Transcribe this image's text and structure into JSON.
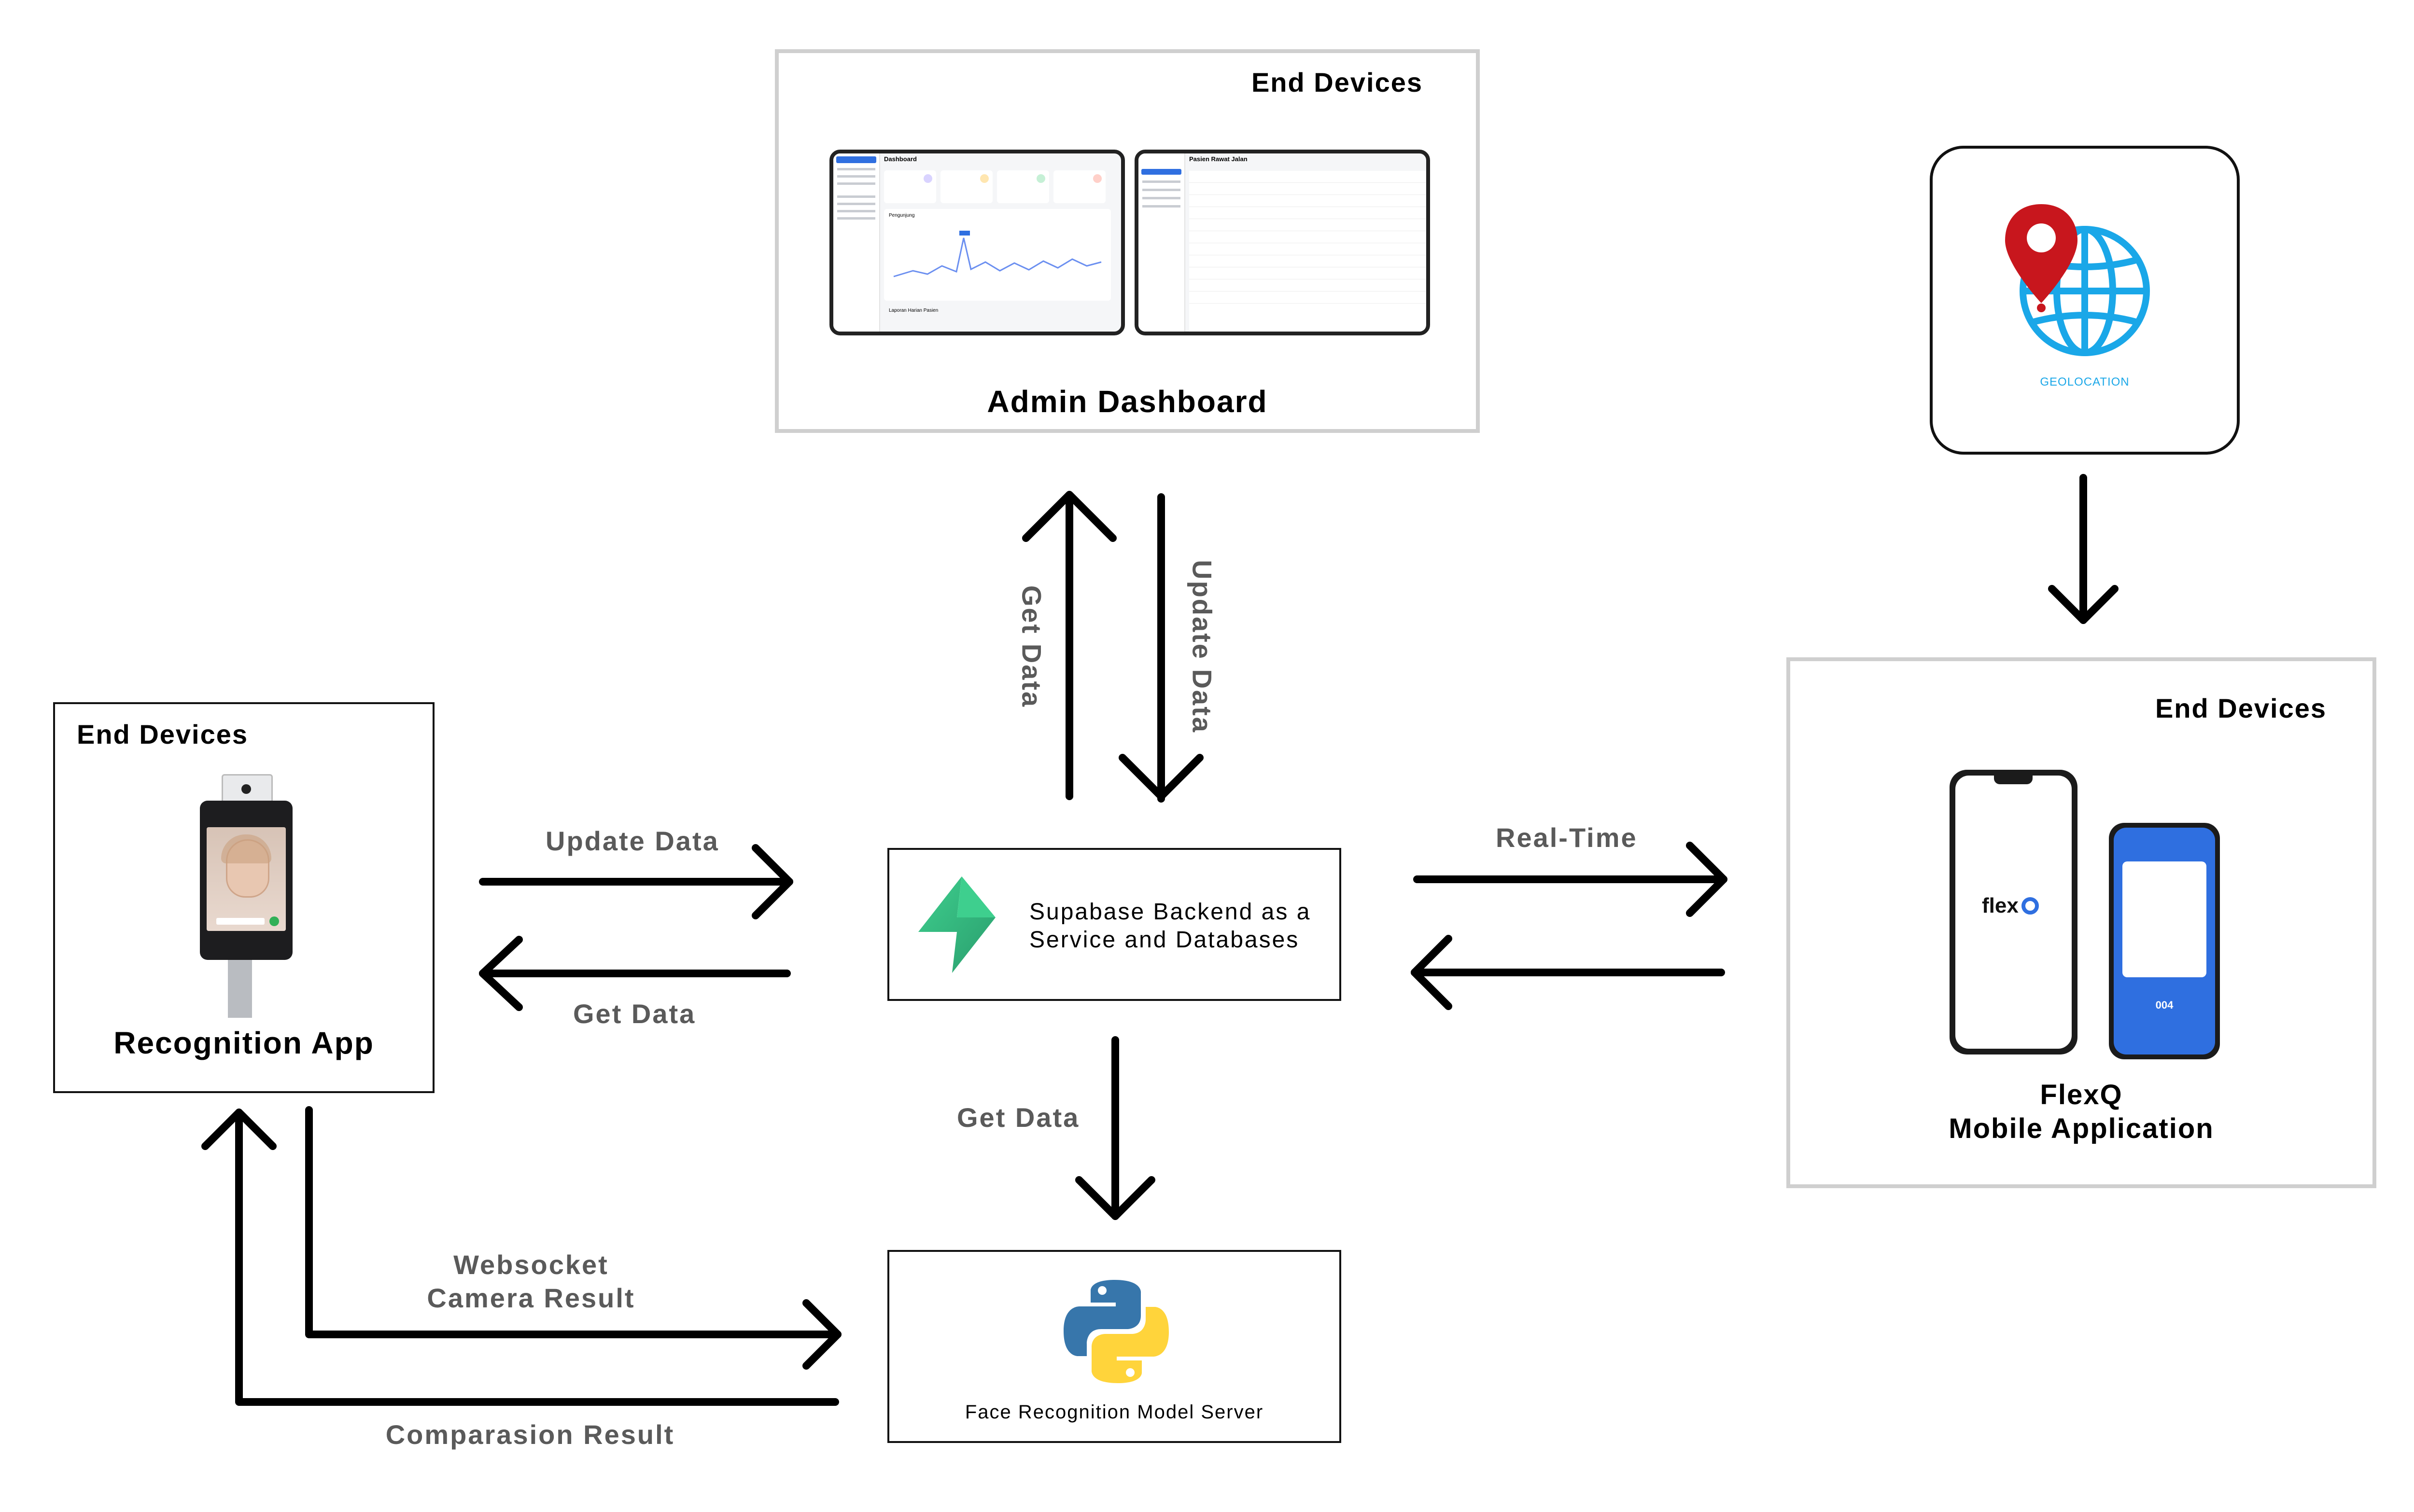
{
  "admin": {
    "heading": "End Devices",
    "title": "Admin Dashboard",
    "screen1_title": "Dashboard",
    "screen1_section": "Pengunjung",
    "screen1_footer": "Laporan Harian Pasien",
    "screen2_title": "Pasien Rawat Jalan"
  },
  "geolocation": {
    "label": "GEOLOCATION"
  },
  "recognition": {
    "heading": "End Devices",
    "title": "Recognition App"
  },
  "supabase": {
    "line1": "Supabase Backend as a",
    "line2": "Service and Databases"
  },
  "mobile": {
    "heading": "End Devices",
    "title_line1": "FlexQ",
    "title_line2": "Mobile Application",
    "logo": "flex",
    "queue_number": "004"
  },
  "python": {
    "label": "Face Recognition Model Server"
  },
  "arrows": {
    "get_data_up": "Get Data",
    "update_data_down": "Update Data",
    "update_data_right": "Update Data",
    "get_data_left": "Get Data",
    "real_time": "Real-Time",
    "get_data_down": "Get Data",
    "websocket_line1": "Websocket",
    "websocket_line2": "Camera Result",
    "comparison": "Comparasion Result"
  },
  "colors": {
    "accent_blue": "#1aa7e8",
    "pin_red": "#c8161d",
    "supabase_green": "#3ecf8e",
    "python_blue": "#3776ab",
    "python_yellow": "#ffd43b",
    "phone_blue": "#2f6fe0",
    "label_gray": "#5a5a5a"
  }
}
